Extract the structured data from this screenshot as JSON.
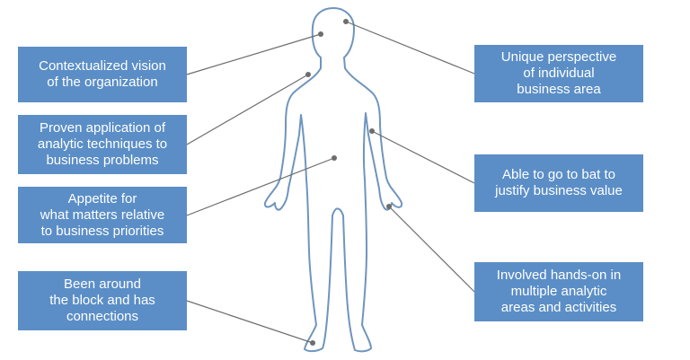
{
  "diagram": {
    "left_labels": [
      "Contextualized vision\nof the organization",
      "Proven application of\nanalytic techniques to\nbusiness problems",
      "Appetite for\nwhat matters relative\nto business priorities",
      "Been around\nthe block and has\nconnections"
    ],
    "right_labels": [
      "Unique perspective\nof individual\nbusiness area",
      "Able to go to bat to\njustify business value",
      "Involved hands-on in\nmultiple analytic\nareas and activities"
    ]
  },
  "colors": {
    "box_fill": "#5b8ec6",
    "box_text": "#ffffff",
    "figure_outline": "#6f95bd",
    "connector": "#6d6d6d"
  }
}
